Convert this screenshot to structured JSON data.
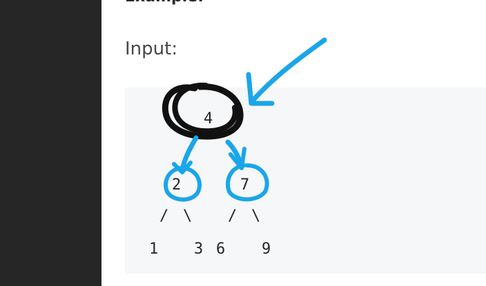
{
  "page": {
    "heading": "Example:",
    "input_label": "Input:"
  },
  "tree": {
    "root": "4",
    "left": "2",
    "right": "7",
    "branch_left_a": "/",
    "branch_left_b": "\\",
    "branch_right_a": "/",
    "branch_right_b": "\\",
    "leaf_1": "1",
    "leaf_3": "3",
    "leaf_6": "6",
    "leaf_9": "9"
  },
  "annotations": {
    "ink_black": "#111111",
    "ink_blue": "#1aa6e8"
  }
}
